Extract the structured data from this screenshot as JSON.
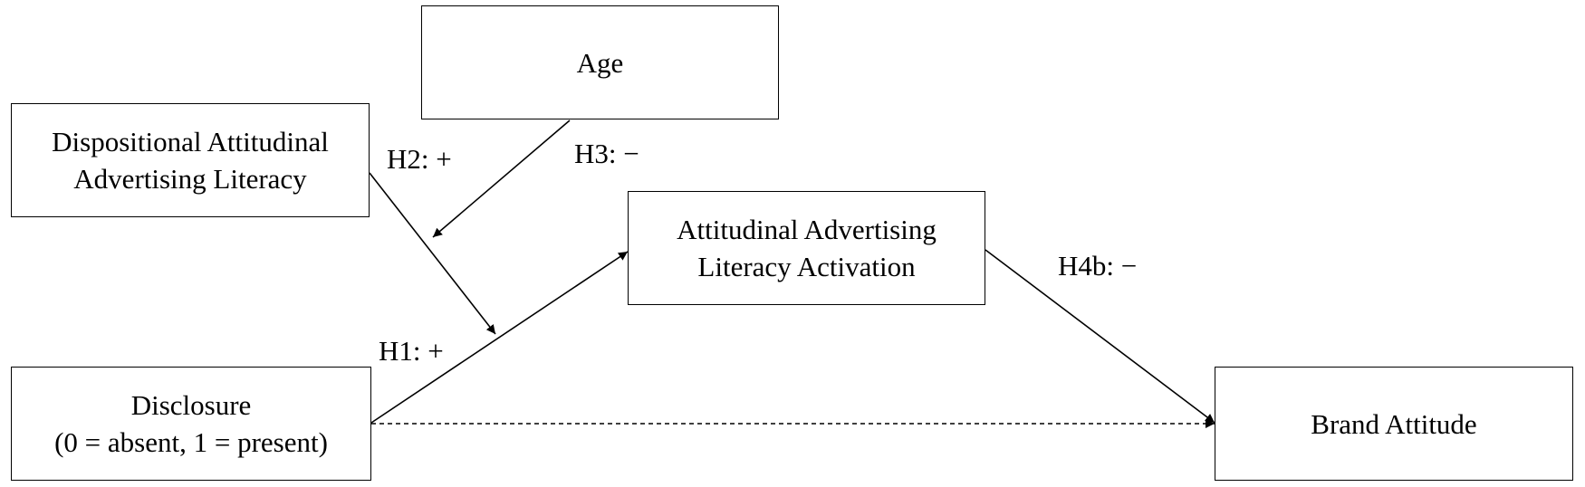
{
  "nodes": {
    "age": {
      "lines": [
        "Age"
      ]
    },
    "dispositional": {
      "lines": [
        "Dispositional Attitudinal",
        "Advertising Literacy"
      ]
    },
    "activation": {
      "lines": [
        "Attitudinal Advertising",
        "Literacy Activation"
      ]
    },
    "disclosure": {
      "lines": [
        "Disclosure",
        "(0 = absent, 1 = present)"
      ]
    },
    "brand": {
      "lines": [
        "Brand Attitude"
      ]
    }
  },
  "paths": {
    "h1": "H1: +",
    "h2": "H2: +",
    "h3": "H3: −",
    "h4b": "H4b: −"
  }
}
